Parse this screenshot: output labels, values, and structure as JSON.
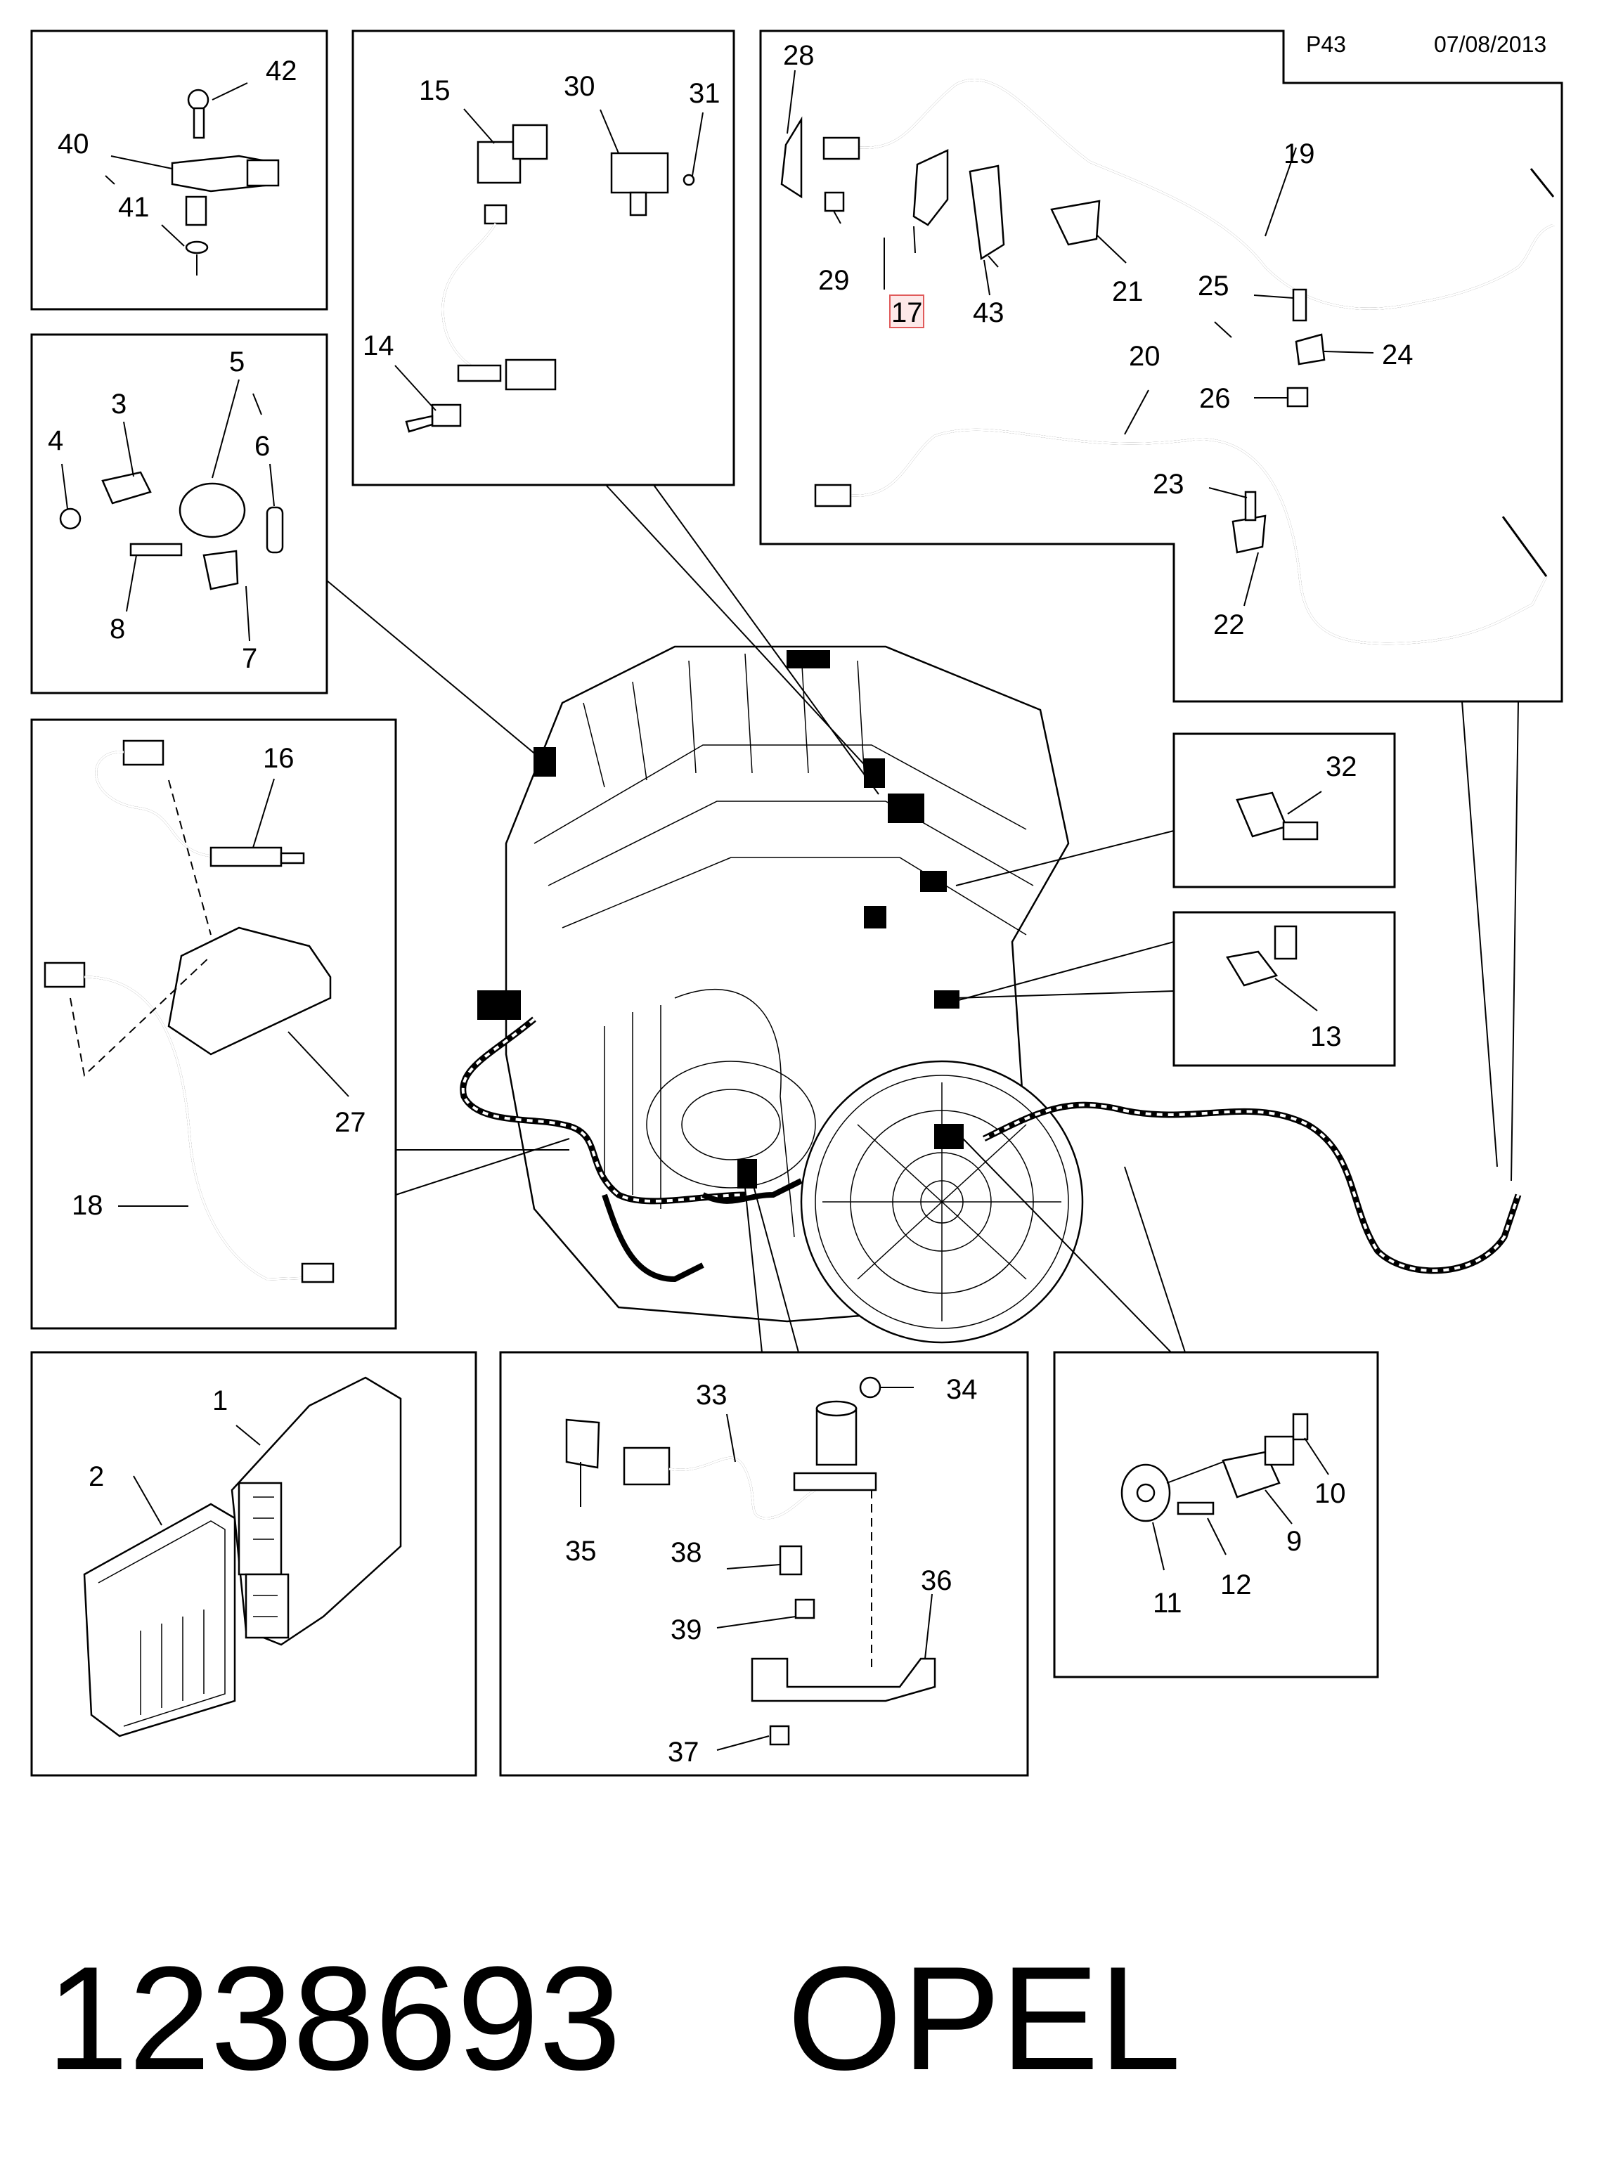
{
  "header": {
    "page_code": "P43",
    "date": "07/08/2013"
  },
  "footer": {
    "part_number": "1238693",
    "brand": "OPEL"
  },
  "callouts": {
    "c1": "1",
    "c2": "2",
    "c3": "3",
    "c4": "4",
    "c5": "5",
    "c6": "6",
    "c7": "7",
    "c8": "8",
    "c9": "9",
    "c10": "10",
    "c11": "11",
    "c12": "12",
    "c13": "13",
    "c14": "14",
    "c15": "15",
    "c16": "16",
    "c17": "17",
    "c18": "18",
    "c19": "19",
    "c20": "20",
    "c21": "21",
    "c22": "22",
    "c23": "23",
    "c24": "24",
    "c25": "25",
    "c26": "26",
    "c27": "27",
    "c28": "28",
    "c29": "29",
    "c30": "30",
    "c31": "31",
    "c32": "32",
    "c33": "33",
    "c34": "34",
    "c35": "35",
    "c36": "36",
    "c37": "37",
    "c38": "38",
    "c39": "39",
    "c40": "40",
    "c41": "41",
    "c42": "42",
    "c43": "43"
  },
  "highlighted_callout": "c17",
  "colors": {
    "line": "#000000",
    "highlight_border": "#e05a5a",
    "highlight_fill": "#fde8e8",
    "background": "#ffffff"
  }
}
